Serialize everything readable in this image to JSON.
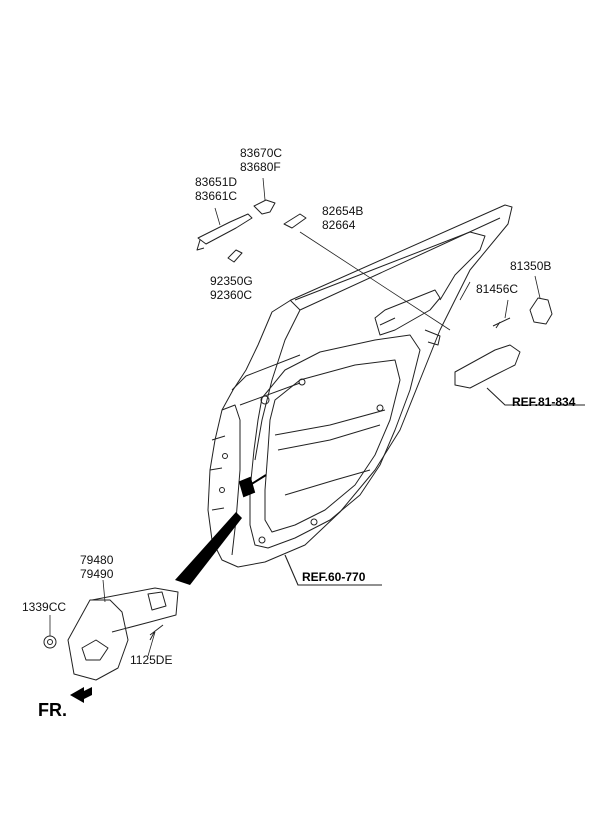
{
  "labels": {
    "p83670C": "83670C",
    "p83680F": "83680F",
    "p83651D": "83651D",
    "p83661C": "83661C",
    "p82654B": "82654B",
    "p82664": "82664",
    "p92350G": "92350G",
    "p92360C": "92360C",
    "p81350B": "81350B",
    "p81456C": "81456C",
    "p79480": "79480",
    "p79490": "79490",
    "p1339CC": "1339CC",
    "p1125DE": "1125DE"
  },
  "refs": {
    "ref1": "REF.81-834",
    "ref2": "REF.60-770"
  },
  "direction": "FR."
}
